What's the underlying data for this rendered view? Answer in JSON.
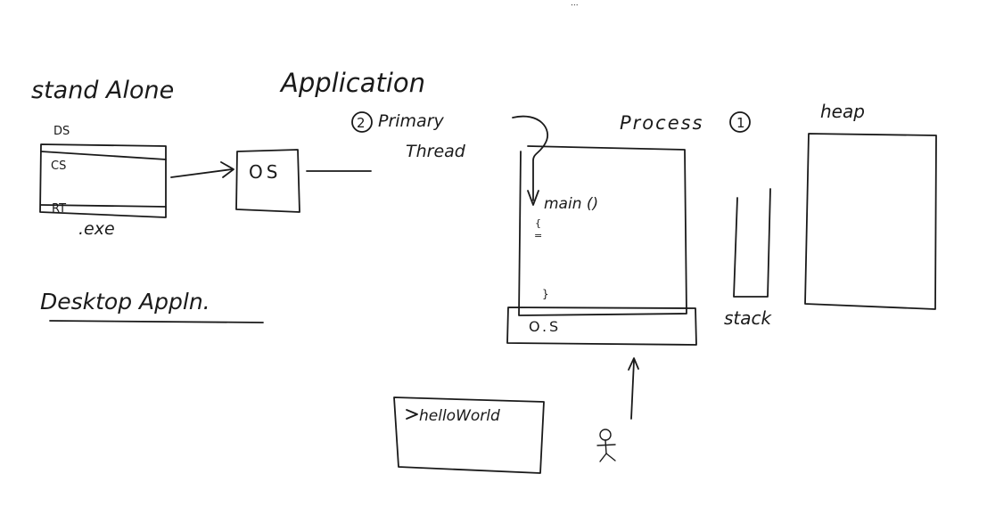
{
  "top_mark": "...",
  "heading": {
    "stand_alone": "stand Alone",
    "application": "Application"
  },
  "exe_file": {
    "ds": "DS",
    "cs": "CS",
    "rt": "RT",
    "ext": ".exe"
  },
  "os_box": "OS",
  "desktop_appln": "Desktop Appln.",
  "primary_thread": {
    "number": "2",
    "line1": "Primary",
    "line2": "Thread"
  },
  "process": {
    "label": "Process",
    "number": "1",
    "main": "main ()",
    "open_brace": "{",
    "dash": "=",
    "close_brace": "}",
    "os": "O.S"
  },
  "heap": "heap",
  "stack": "stack",
  "hello_world": "helloWorld"
}
